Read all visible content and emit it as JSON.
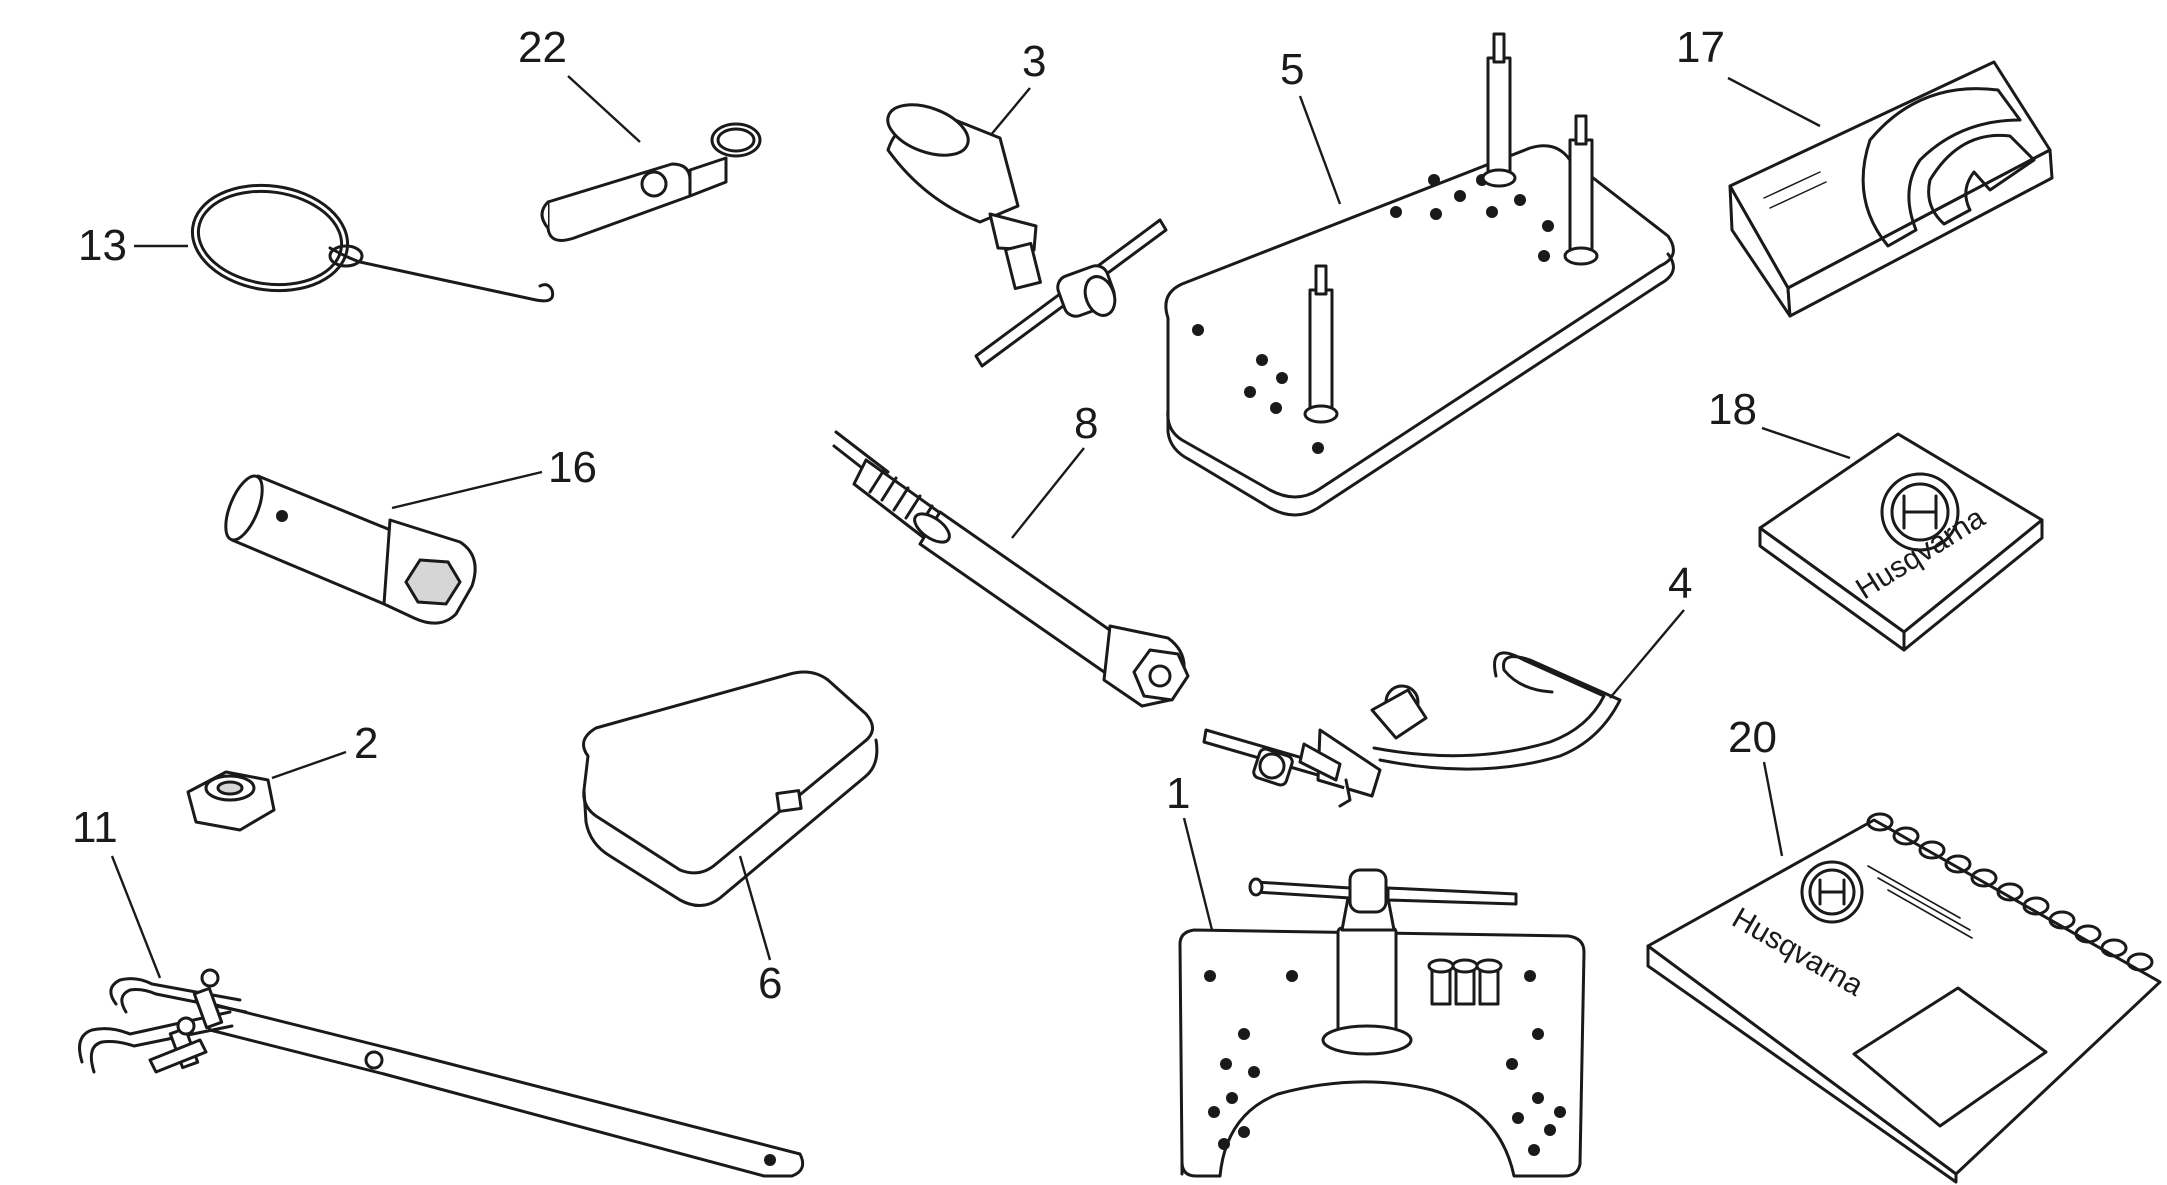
{
  "callouts": [
    {
      "id": "22",
      "text": "22"
    },
    {
      "id": "3",
      "text": "3"
    },
    {
      "id": "5",
      "text": "5"
    },
    {
      "id": "17",
      "text": "17"
    },
    {
      "id": "13",
      "text": "13"
    },
    {
      "id": "16",
      "text": "16"
    },
    {
      "id": "8",
      "text": "8"
    },
    {
      "id": "18",
      "text": "18"
    },
    {
      "id": "4",
      "text": "4"
    },
    {
      "id": "2",
      "text": "2"
    },
    {
      "id": "20",
      "text": "20"
    },
    {
      "id": "1",
      "text": "1"
    },
    {
      "id": "11",
      "text": "11"
    },
    {
      "id": "6",
      "text": "6"
    }
  ],
  "brand": {
    "booklet_18": "Husqvarna",
    "manual_20": "Husqvarna"
  }
}
